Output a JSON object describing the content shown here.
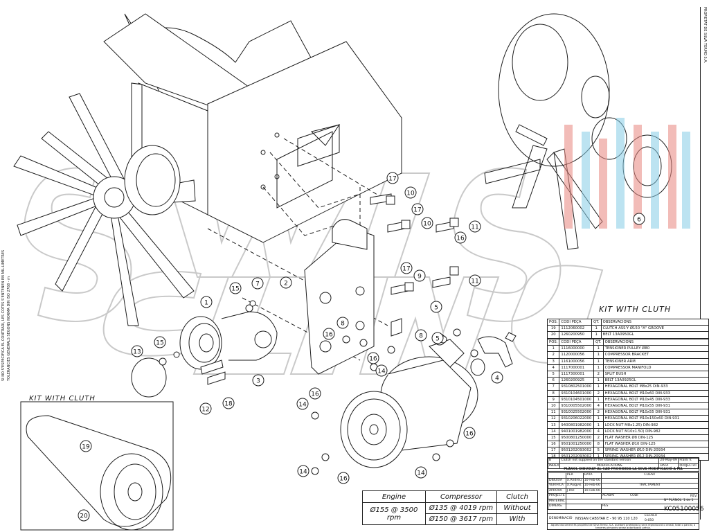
{
  "side_text_left": [
    "SI NO S'ESPECIFICA EL CONTRARI, LES COTES S'ENTENEN EN MIL·LIMETRES",
    "TOLERANCIES GENERALS SEGONS NORMA DIN ISO 2768 - m"
  ],
  "right_edge_text": "PROPIETAT DE SILVA TERMO S.A.",
  "callouts": [
    "1",
    "2",
    "3",
    "4",
    "5",
    "5",
    "6",
    "7",
    "8",
    "8",
    "9",
    "10",
    "10",
    "11",
    "11",
    "12",
    "13",
    "14",
    "14",
    "14",
    "14",
    "15",
    "15",
    "16",
    "16",
    "16",
    "16",
    "16",
    "16",
    "17",
    "17",
    "17",
    "18",
    "19",
    "20"
  ],
  "kit_title_main": "KIT WITH CLUTH",
  "kit_title_inset": "KIT WITH CLUTH",
  "kit_table": {
    "headers": {
      "pos": "POS.",
      "code": "CODI PEÇA",
      "qt": "QT.",
      "obs": "OBSERVACIONS"
    },
    "rows": [
      {
        "pos": "19",
        "code": "1112060002",
        "qt": "1",
        "obs": "CLUTCH ASS'Y Ø150 \"A\" GROOVE"
      },
      {
        "pos": "20",
        "code": "1260200950",
        "qt": "1",
        "obs": "BELT 13A0950GL"
      }
    ]
  },
  "parts_table": {
    "headers": {
      "pos": "POS.",
      "code": "CODI PEÇA",
      "qt": "QT.",
      "obs": "OBSERVACIONS"
    },
    "rows": [
      {
        "pos": "1",
        "code": "1116000000",
        "qt": "1",
        "obs": "TENSIONER PULLEY Ø80"
      },
      {
        "pos": "2",
        "code": "1120000056",
        "qt": "1",
        "obs": "COMPRESSOR BRACKET"
      },
      {
        "pos": "3",
        "code": "1161000056",
        "qt": "1",
        "obs": "TENSIONER ARM"
      },
      {
        "pos": "4",
        "code": "1117000001",
        "qt": "1",
        "obs": "COMPRESSOR MANIFOLD"
      },
      {
        "pos": "5",
        "code": "1117300001",
        "qt": "2",
        "obs": "SPLIT BUSH"
      },
      {
        "pos": "6",
        "code": "1260200925",
        "qt": "1",
        "obs": "BELT 13A0925GL"
      },
      {
        "pos": "7",
        "code": "9310802501000",
        "qt": "1",
        "obs": "HEXAGONAL BOLT M8x25 DIN-933"
      },
      {
        "pos": "8",
        "code": "9310104601000",
        "qt": "2",
        "obs": "HEXAGONAL BOLT M10x60 DIN-933"
      },
      {
        "pos": "9",
        "code": "9310104501000",
        "qt": "1",
        "obs": "HEXAGONAL BOLT M10x45 DIN-933"
      },
      {
        "pos": "10",
        "code": "9310005502000",
        "qt": "4",
        "obs": "HEXAGONAL BOLT M10x55 DIN-931"
      },
      {
        "pos": "11",
        "code": "9310025502000",
        "qt": "2",
        "obs": "HEXAGONAL BOLT M10x55 DIN-931"
      },
      {
        "pos": "12",
        "code": "9310206022000",
        "qt": "1",
        "obs": "HEXAGONAL BOLT M10x150x60 DIN-931"
      },
      {
        "pos": "13",
        "code": "9400801982000",
        "qt": "1",
        "obs": "LOCK NUT M8x1.25) DIN-982"
      },
      {
        "pos": "14",
        "code": "9401001982000",
        "qt": "4",
        "obs": "LOCK NUT M10x1.50) DIN-982"
      },
      {
        "pos": "15",
        "code": "9500801250000",
        "qt": "2",
        "obs": "FLAT WASHER Ø8 DIN-125"
      },
      {
        "pos": "16",
        "code": "9501001250000",
        "qt": "8",
        "obs": "FLAT WASHER Ø10 DIN-125"
      },
      {
        "pos": "17",
        "code": "9501202093002",
        "qt": "5",
        "obs": "SPRING WASHER Ø10 DIN-20934"
      },
      {
        "pos": "18",
        "code": "9501202093002",
        "qt": "1",
        "obs": "SPRING WASHER Ø12 DIN-20934"
      }
    ]
  },
  "title_block": {
    "note_pos": "B",
    "note": "Clutch not supplied on the standard version",
    "note_date": "20-May-09",
    "note_author": "Frank V.",
    "mod_head": "INDEX",
    "mod_label": "MODIFICATIONS",
    "mod_date": "DATA",
    "mod_proj": "PROJECTAT",
    "warning": "PLÀNOL DIBUIXAT AL CAD PROHIBIDA LA SEVA MODIFICACIÓ A MÀ",
    "per": "PER",
    "data": "DATA",
    "client": "CLIENT",
    "rows": [
      {
        "role": "DIBUIXA",
        "per": "X.Andreu",
        "data": "10-Feb-06"
      },
      {
        "role": "VERIFICA",
        "per": "X.Puigvis",
        "data": "10-Feb-06"
      },
      {
        "role": "APROVA",
        "per": "J.Pell",
        "data": "10-Feb-06"
      }
    ],
    "tractament": "TRACTAMENT",
    "projecte": "PROJECTE",
    "acabat": "ACABAT",
    "codi": "CODI",
    "material": "MATERIAL",
    "dimens": "DIMENS.",
    "pes": "PES",
    "denominacio": "DENOMINACIÓ",
    "denominacio_value": "NISSAN CABSTAR E - 90 95 110 120",
    "escala": "ESCALA",
    "escala_value": "0.650",
    "plano_label": "Nº PLÀNOL",
    "sheet": "1 de 1",
    "rev": "REV.",
    "drawing_number": "KC05100056",
    "footer": "Aquest document és propietat de Silva Termo, S.A. quedant prohibida la seva reproducció o cessió, total o parcial, a terceres persones sense autorització prèvia."
  },
  "bottom_table": {
    "headers": [
      "Engine",
      "Compressor",
      "Clutch"
    ],
    "engine": "Ø155 @ 3500 rpm",
    "rows": [
      {
        "compressor": "Ø135 @ 4019 rpm",
        "clutch": "Without"
      },
      {
        "compressor": "Ø150 @ 3617 rpm",
        "clutch": "With"
      }
    ]
  },
  "colors": {
    "line": "#1a1a1a",
    "watermark": "#d9d9d9",
    "red": "#e8867f",
    "blue": "#86cde6"
  }
}
